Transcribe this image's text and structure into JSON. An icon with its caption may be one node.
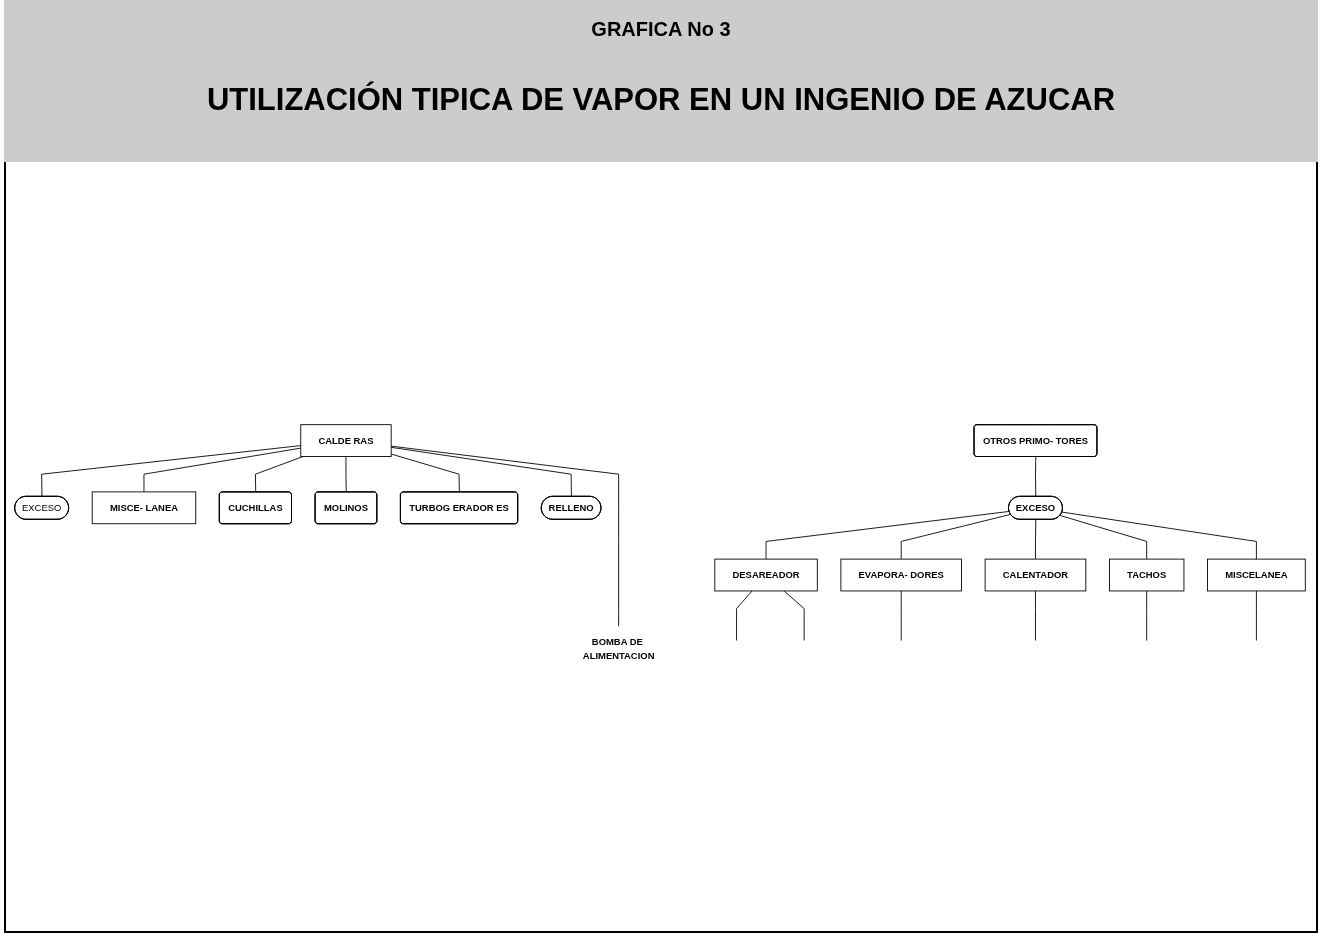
{
  "diagram": {
    "title": "UTILIZACIÓN TIPICA DE VAPOR EN UN INGENIO DE AZUCAR",
    "nodes": [
      {
        "text": [
          "CALDE RAS"
        ]
      },
      {
        "text": [
          "EXCESO"
        ]
      },
      {
        "text": [
          "MISCE- LANEA"
        ]
      },
      {
        "text": [
          "CUCHILLAS"
        ]
      },
      {
        "text": [
          "MOLINOS"
        ]
      },
      {
        "text": [
          "TURBOG ERADOR ES"
        ]
      },
      {
        "text": [
          "OTROS PRIMO- TORES"
        ]
      },
      {
        "text": [
          "RELLENO"
        ]
      },
      {
        "text": [
          "EXCESO"
        ]
      },
      {
        "text": [
          "DESAREADOR"
        ]
      },
      {
        "text": [
          "EVAPORA- DORES"
        ]
      },
      {
        "text": [
          "CALENTADOR"
        ]
      },
      {
        "text": [
          "TACHOS"
        ]
      },
      {
        "text": [
          "MISCELANEA"
        ]
      },
      {
        "text": [
          "BOMBA DE ALIMENTACION"
        ]
      }
    ],
    "edges": [
      {
        "from": 0,
        "to": 1,
        "arrow": "none"
      },
      {
        "from": 0,
        "to": 5,
        "arrow": "none"
      },
      {
        "from": 0,
        "to": 2,
        "arrow": "none"
      },
      {
        "from": 0,
        "to": 3,
        "arrow": "none"
      },
      {
        "from": 0,
        "to": 4,
        "arrow": "none"
      },
      {
        "from": 0,
        "to": 7,
        "arrow": "none"
      },
      {
        "from": 0,
        "to": 14,
        "arrow": "none"
      },
      {
        "from": 6,
        "to": 8,
        "arrow": "none"
      },
      {
        "from": 8,
        "to": 9,
        "arrow": "none"
      },
      {
        "from": 8,
        "to": 10,
        "arrow": "none"
      },
      {
        "from": 8,
        "to": 11,
        "arrow": "none"
      },
      {
        "from": 8,
        "to": 12,
        "arrow": "none"
      },
      {
        "from": 8,
        "to": 13,
        "arrow": "none"
      },
      {
        "from": 9,
        "to": null,
        "arrow": "none"
      },
      {
        "from": 9,
        "to": null,
        "arrow": "none"
      },
      {
        "from": 10,
        "to": null,
        "arrow": "none"
      },
      {
        "from": 11,
        "to": null,
        "arrow": "none"
      },
      {
        "from": 12,
        "to": null,
        "arrow": "none"
      },
      {
        "from": 13,
        "to": null,
        "arrow": "none"
      }
    ],
    "labels": [
      "GRAFICA No 3"
    ]
  }
}
